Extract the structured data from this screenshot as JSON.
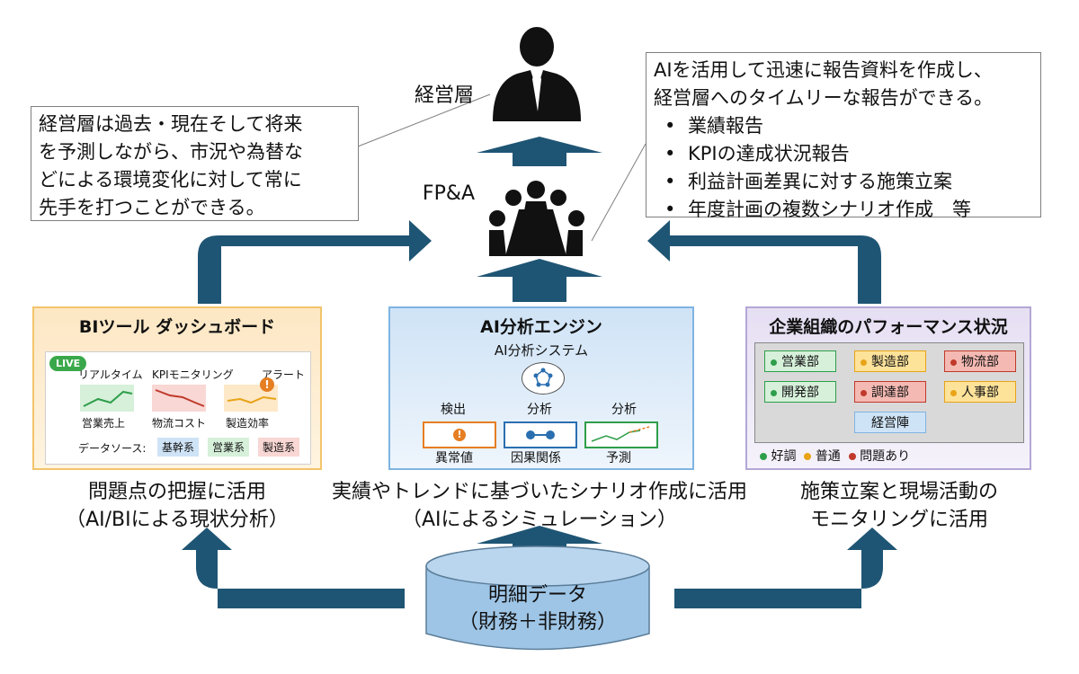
{
  "executive": {
    "label": "経営層"
  },
  "fpa": {
    "label": "FP&A"
  },
  "callout_left": {
    "text_lines": [
      "経営層は過去・現在そして将来",
      "を予測しながら、市況や為替な",
      "どによる環境変化に対して常に",
      "先手を打つことができる。"
    ]
  },
  "callout_right": {
    "intro_lines": [
      "AIを活用して迅速に報告資料を作成し、",
      "経営層へのタイムリーな報告ができる。"
    ],
    "bullets": [
      "業績報告",
      "KPIの達成状況報告",
      "利益計画差異に対する施策立案",
      "年度計画の複数シナリオ作成　等"
    ]
  },
  "bi_panel": {
    "title": "BIツール ダッシュボード",
    "live_badge": "LIVE",
    "headers": [
      "リアルタイム",
      "KPIモニタリング",
      "アラート"
    ],
    "charts": [
      "営業売上",
      "物流コスト",
      "製造効率"
    ],
    "source_label": "データソース:",
    "sources": [
      "基幹系",
      "営業系",
      "製造系"
    ],
    "caption_lines": [
      "問題点の把握に活用",
      "（AI/BIによる現状分析）"
    ]
  },
  "ai_panel": {
    "title": "AI分析エンジン",
    "subtitle": "AI分析システム",
    "step_headers": [
      "検出",
      "分析",
      "分析"
    ],
    "step_labels": [
      "異常値",
      "因果関係",
      "予測"
    ],
    "caption_lines": [
      "実績やトレンドに基づいたシナリオ作成に活用",
      "（AIによるシミュレーション）"
    ]
  },
  "org_panel": {
    "title": "企業組織のパフォーマンス状況",
    "departments": [
      {
        "name": "営業部",
        "status": "good"
      },
      {
        "name": "製造部",
        "status": "normal"
      },
      {
        "name": "物流部",
        "status": "issue"
      },
      {
        "name": "開発部",
        "status": "good"
      },
      {
        "name": "調達部",
        "status": "issue"
      },
      {
        "name": "人事部",
        "status": "normal"
      },
      {
        "name": "経営陣",
        "status": "none"
      }
    ],
    "legend": [
      "好調",
      "普通",
      "問題あり"
    ],
    "status_colors": {
      "good": "#2e9e4a",
      "normal": "#e8a317",
      "issue": "#c0392b"
    },
    "caption_lines": [
      "施策立案と現場活動の",
      "モニタリングに活用"
    ]
  },
  "database": {
    "label_lines": [
      "明細データ",
      "（財務＋非財務）"
    ]
  },
  "colors": {
    "arrow": "#1f5574",
    "bi_border": "#f2c46b",
    "ai_border": "#7fb4e2",
    "org_border": "#b4a7d6"
  }
}
